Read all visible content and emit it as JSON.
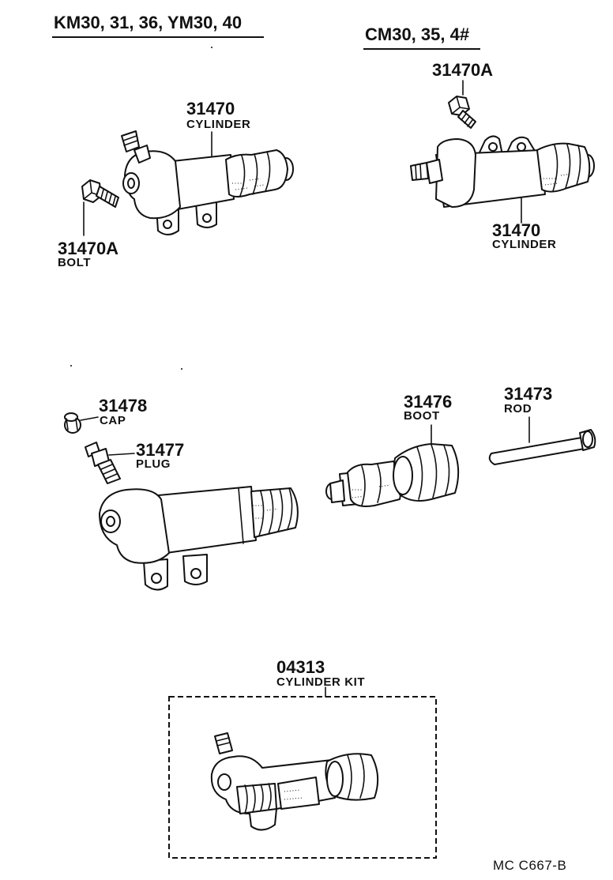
{
  "headings": {
    "left_models": "KM30, 31, 36, YM30, 40",
    "right_models": "CM30, 35, 4#"
  },
  "parts": {
    "bolt_top_right": {
      "number": "31470A"
    },
    "cylinder_left": {
      "number": "31470",
      "name": "CYLINDER"
    },
    "bolt_left": {
      "number": "31470A",
      "name": "BOLT"
    },
    "cylinder_right": {
      "number": "31470",
      "name": "CYLINDER"
    },
    "cap": {
      "number": "31478",
      "name": "CAP"
    },
    "plug": {
      "number": "31477",
      "name": "PLUG"
    },
    "boot": {
      "number": "31476",
      "name": "BOOT"
    },
    "rod": {
      "number": "31473",
      "name": "ROD"
    },
    "kit": {
      "number": "04313",
      "name": "CYLINDER KIT"
    }
  },
  "footer": {
    "reference": "MC  C667-B"
  }
}
